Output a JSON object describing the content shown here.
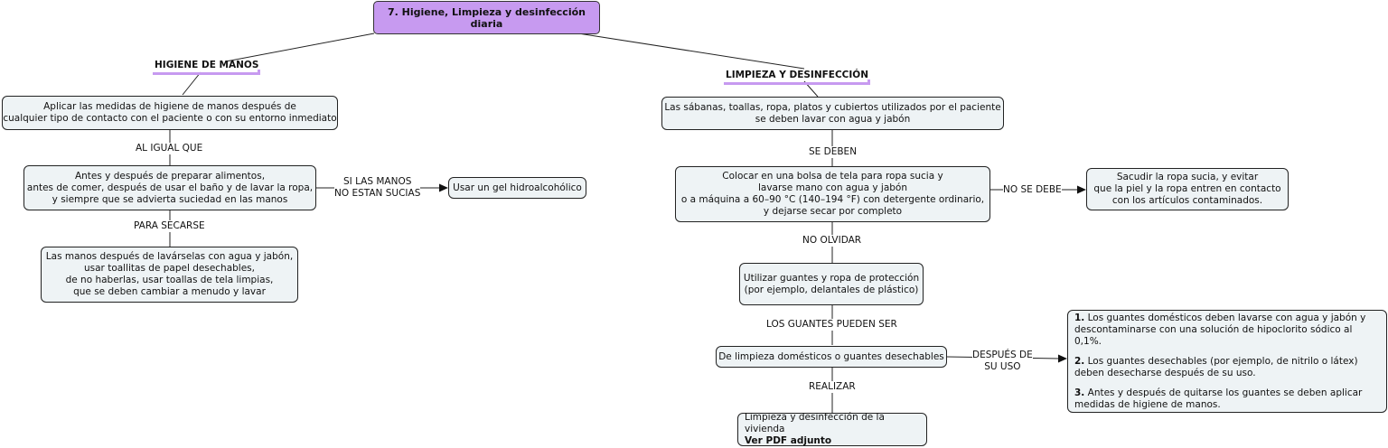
{
  "root": {
    "title": "7. Higiene, Limpieza y desinfección diaria"
  },
  "left_branch": {
    "topic": "HIGIENE DE MANOS",
    "n1": [
      "Aplicar las medidas de higiene de manos después de",
      "cualquier tipo de contacto con el paciente o con su entorno inmediato"
    ],
    "l1": "AL IGUAL QUE",
    "n2": [
      "Antes y después de preparar alimentos,",
      "antes de comer, después de usar el baño y de lavar la ropa,",
      "y siempre que se advierta suciedad en las manos"
    ],
    "l2": [
      "SI LAS MANOS",
      "NO ESTAN SUCIAS"
    ],
    "n3": "Usar un gel hidroalcohólico",
    "l3": "PARA SECARSE",
    "n4": [
      "Las manos después de lavárselas con agua y jabón,",
      "usar toallitas de papel desechables,",
      "de no haberlas, usar toallas de tela limpias,",
      "que se deben cambiar a menudo y lavar"
    ]
  },
  "right_branch": {
    "topic": "LIMPIEZA Y DESINFECCIÓN",
    "n1": [
      "Las sábanas, toallas, ropa, platos y cubiertos utilizados por el paciente",
      "se deben lavar con agua y jabón"
    ],
    "l1": "SE DEBEN",
    "n2": [
      "Colocar en una bolsa de tela para ropa sucia y",
      "lavarse  mano con agua y  jabón",
      "o a máquina a 60–90 °C (140–194 °F) con detergente ordinario,",
      "y dejarse secar por completo"
    ],
    "l2": "NO SE DEBE",
    "n3": [
      "Sacudir la ropa sucia, y evitar",
      "que la piel y  la ropa entren en contacto",
      "con los artículos contaminados."
    ],
    "l3": "NO OLVIDAR",
    "n4": [
      "Utilizar guantes y ropa de protección",
      "(por ejemplo, delantales de plástico)"
    ],
    "l4": "LOS GUANTES PUEDEN SER",
    "n5": "De limpieza domésticos o guantes desechables",
    "l5": [
      "DESPUÉS DE",
      "SU USO"
    ],
    "n6": {
      "p1_num": "1.",
      "p1_a": " Los guantes domésticos deben lavarse con agua y jabón y",
      "p1_b": " descontaminarse con una solución de hipoclorito sódico al 0,1%.",
      "p2_num": "2.",
      "p2_a": " Los guantes desechables (por ejemplo, de nitrilo o látex)",
      "p2_b": "deben desecharse después de su uso.",
      "p3_num": "3.",
      "p3_a": " Antes y después de quitarse los guantes se deben aplicar",
      "p3_b": " medidas de higiene de manos."
    },
    "l6": "REALIZAR",
    "n7": {
      "line1": "Limpieza y desinfección de la vivienda",
      "line2": "Ver PDF adjunto"
    }
  }
}
